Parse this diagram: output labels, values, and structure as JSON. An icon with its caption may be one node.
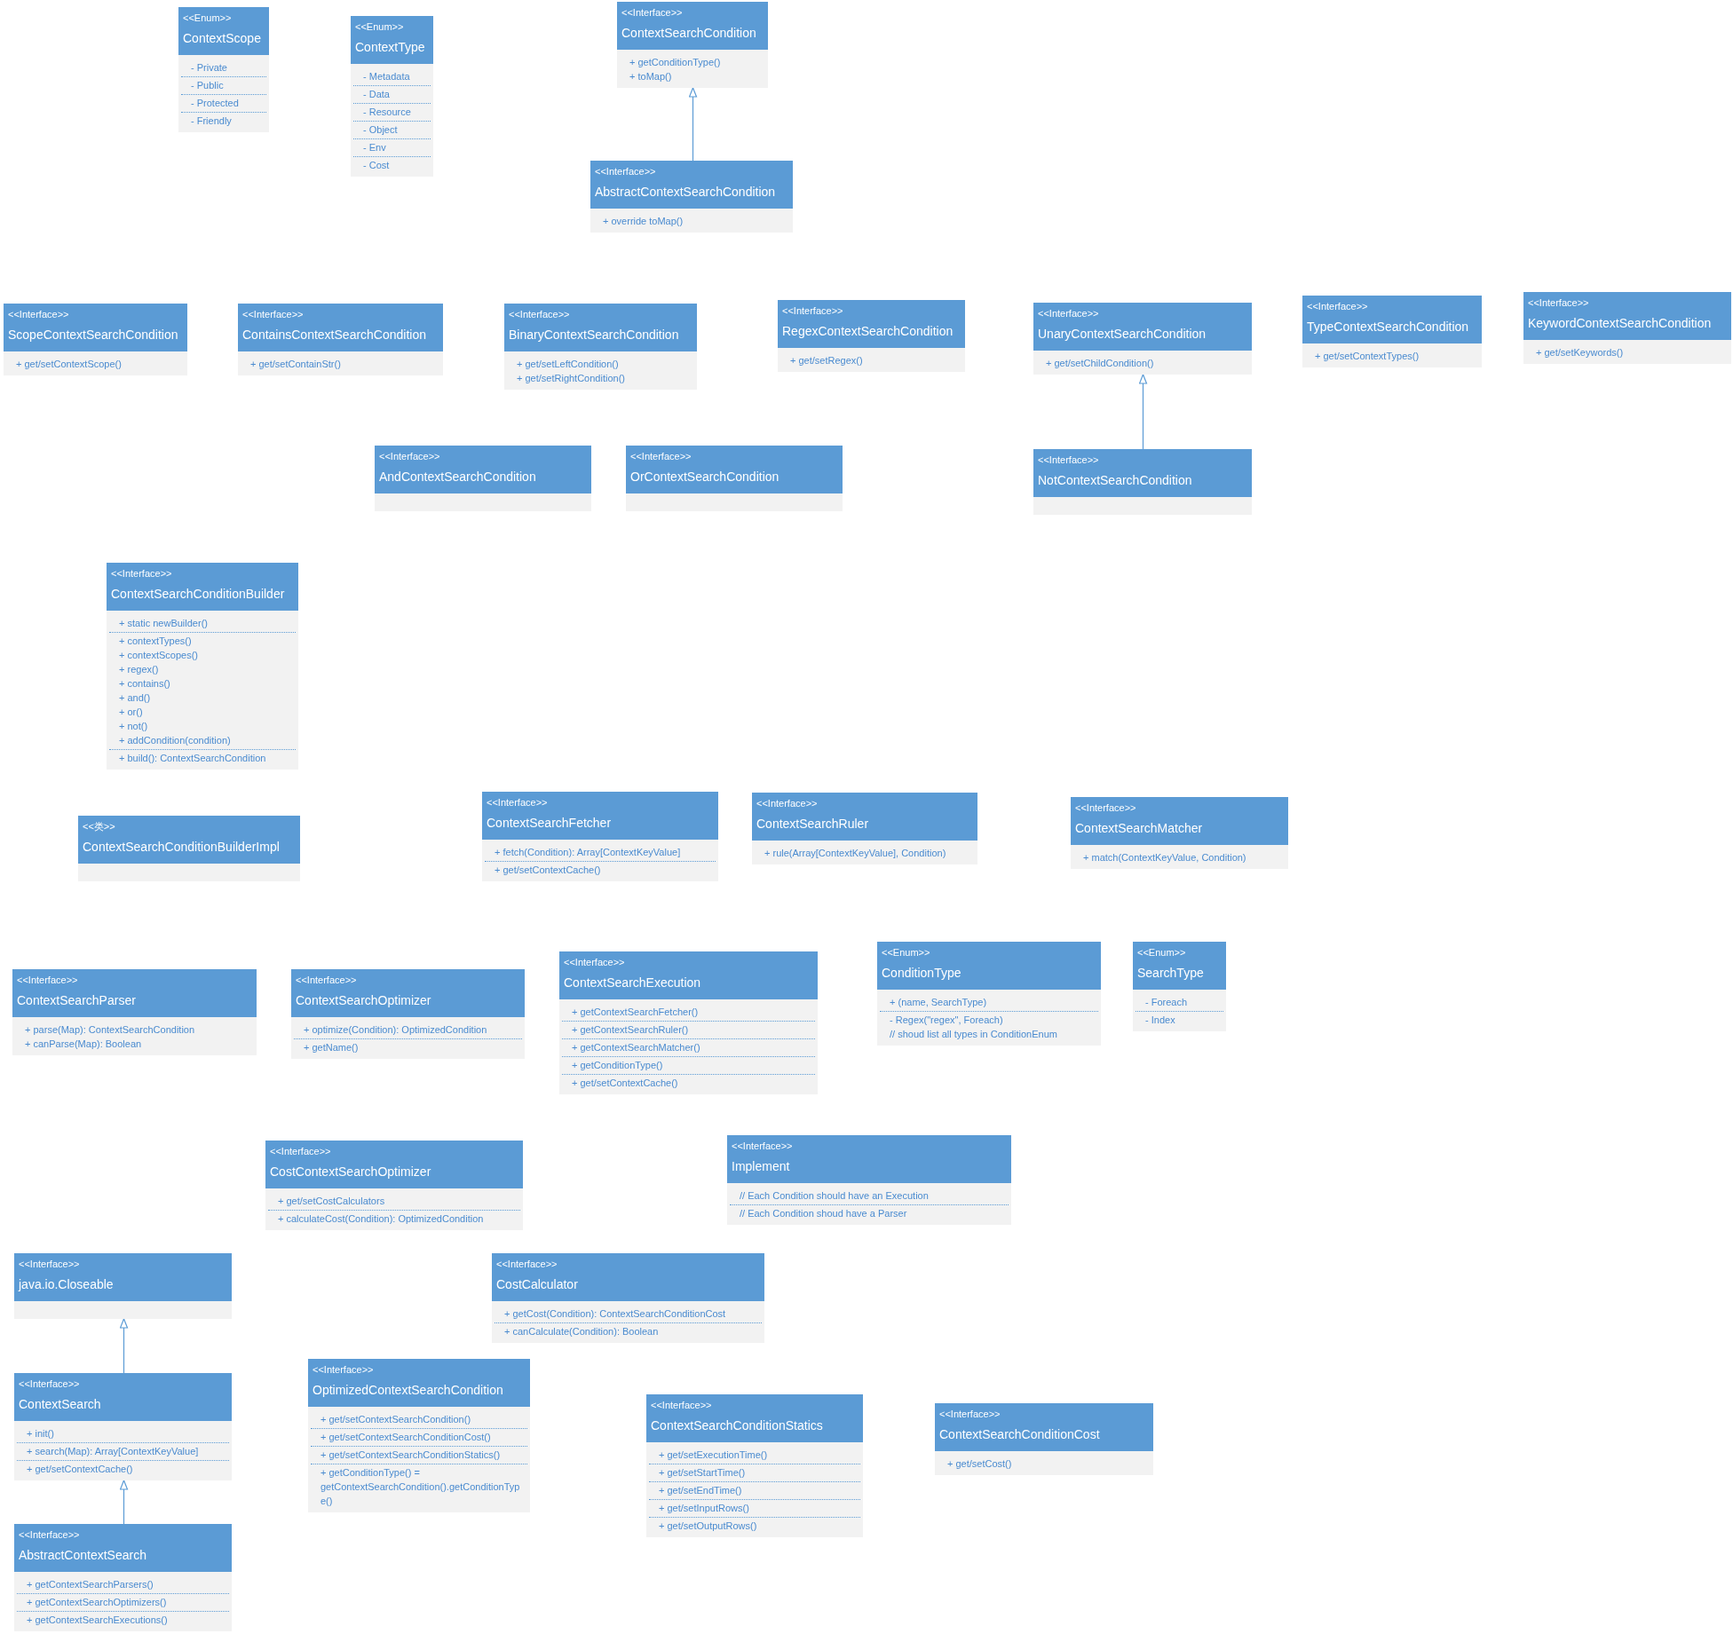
{
  "diagram": {
    "nodes": [
      {
        "text": [
          "<<Enum>>",
          "ContextScope",
          "- Private",
          "- Public",
          "- Protected",
          "- Friendly"
        ]
      },
      {
        "text": [
          "<<Enum>>",
          "ContextType",
          "- Metadata",
          "- Data",
          "- Resource",
          "- Object",
          "- Env",
          "- Cost"
        ]
      },
      {
        "text": [
          "<<Interface>>",
          "ContextSearchCondition",
          "+ getConditionType()",
          "+ toMap()"
        ]
      },
      {
        "text": [
          "<<Interface>>",
          "AbstractContextSearchCondition",
          "+ override toMap()"
        ]
      },
      {
        "text": [
          "<<Interface>>",
          "ScopeContextSearchCondition",
          "+ get/setContextScope()"
        ]
      },
      {
        "text": [
          "<<Interface>>",
          "ContainsContextSearchCondition",
          "+ get/setContainStr()"
        ]
      },
      {
        "text": [
          "<<Interface>>",
          "BinaryContextSearchCondition",
          "+ get/setLeftCondition()",
          "+ get/setRightCondition()"
        ]
      },
      {
        "text": [
          "<<Interface>>",
          "RegexContextSearchCondition",
          "+ get/setRegex()"
        ]
      },
      {
        "text": [
          "<<Interface>>",
          "UnaryContextSearchCondition",
          "+ get/setChildCondition()"
        ]
      },
      {
        "text": [
          "<<Interface>>",
          "TypeContextSearchCondition",
          "+ get/setContextTypes()"
        ]
      },
      {
        "text": [
          "<<Interface>>",
          "KeywordContextSearchCondition",
          "+ get/setKeywords()"
        ]
      },
      {
        "text": [
          "<<Interface>>",
          "AndContextSearchCondition"
        ]
      },
      {
        "text": [
          "<<Interface>>",
          "OrContextSearchCondition"
        ]
      },
      {
        "text": [
          "<<Interface>>",
          "NotContextSearchCondition"
        ]
      },
      {
        "text": [
          "<<Interface>>",
          "ContextSearchConditionBuilder",
          "+ static newBuilder()",
          "+ contextTypes()",
          "+ contextScopes()",
          "+ regex()",
          "+ contains()",
          "+ and()",
          "+ or()",
          "+ not()",
          "+ addCondition(condition)",
          "+ build(): ContextSearchCondition"
        ]
      },
      {
        "text": [
          "<<类>>",
          "ContextSearchConditionBuilderImpl"
        ]
      },
      {
        "text": [
          "<<Interface>>",
          "ContextSearchFetcher",
          "+ fetch(Condition): Array[ContextKeyValue]",
          "+ get/setContextCache()"
        ]
      },
      {
        "text": [
          "<<Interface>>",
          "ContextSearchRuler",
          "+ rule(Array[ContextKeyValue], Condition)"
        ]
      },
      {
        "text": [
          "<<Interface>>",
          "ContextSearchMatcher",
          "+ match(ContextKeyValue, Condition)"
        ]
      },
      {
        "text": [
          "<<Interface>>",
          "ContextSearchParser",
          "+ parse(Map): ContextSearchCondition",
          "+ canParse(Map): Boolean"
        ]
      },
      {
        "text": [
          "<<Interface>>",
          "ContextSearchOptimizer",
          "+ optimize(Condition): OptimizedCondition",
          "+ getName()"
        ]
      },
      {
        "text": [
          "<<Interface>>",
          "ContextSearchExecution",
          "+ getContextSearchFetcher()",
          "+ getContextSearchRuler()",
          "+ getContextSearchMatcher()",
          "+ getConditionType()",
          "+ get/setContextCache()"
        ]
      },
      {
        "text": [
          "<<Enum>>",
          "ConditionType",
          "+ (name, SearchType)",
          "- Regex(\"regex\", Foreach)",
          "// shoud list all types in ConditionEnum"
        ]
      },
      {
        "text": [
          "<<Enum>>",
          "SearchType",
          "- Foreach",
          "- Index"
        ]
      },
      {
        "text": [
          "<<Interface>>",
          "CostContextSearchOptimizer",
          "+ get/setCostCalculators",
          "+ calculateCost(Condition): OptimizedCondition"
        ]
      },
      {
        "text": [
          "<<Interface>>",
          "Implement",
          "// Each Condition should have an Execution",
          "// Each Condition shoud have a Parser"
        ]
      },
      {
        "text": [
          "<<Interface>>",
          "java.io.Closeable"
        ]
      },
      {
        "text": [
          "<<Interface>>",
          "CostCalculator",
          "+ getCost(Condition): ContextSearchConditionCost",
          "+ canCalculate(Condition): Boolean"
        ]
      },
      {
        "text": [
          "<<Interface>>",
          "ContextSearch",
          "+ init()",
          "+ search(Map): Array[ContextKeyValue]",
          "+ get/setContextCache()"
        ]
      },
      {
        "text": [
          "<<Interface>>",
          "OptimizedContextSearchCondition",
          "+ get/setContextSearchCondition()",
          "+ get/setContextSearchConditionCost()",
          "+ get/setContextSearchConditionStatics()",
          "+ getConditionType() = getContextSearchCondition().getConditionType()"
        ]
      },
      {
        "text": [
          "<<Interface>>",
          "ContextSearchConditionStatics",
          "+ get/setExecutionTime()",
          "+ get/setStartTime()",
          "+ get/setEndTime()",
          "+ get/setInputRows()",
          "+ get/setOutputRows()"
        ]
      },
      {
        "text": [
          "<<Interface>>",
          "ContextSearchConditionCost",
          "+ get/setCost()"
        ]
      },
      {
        "text": [
          "<<Interface>>",
          "AbstractContextSearch",
          "+ getContextSearchParsers()",
          "+ getContextSearchOptimizers()",
          "+ getContextSearchExecutions()"
        ]
      }
    ],
    "edges": [
      {
        "from": 3,
        "to": 2,
        "arrow": "to"
      },
      {
        "from": 13,
        "to": 8,
        "arrow": "to"
      },
      {
        "from": 28,
        "to": 26,
        "arrow": "to"
      },
      {
        "from": 32,
        "to": 28,
        "arrow": "to"
      }
    ]
  }
}
